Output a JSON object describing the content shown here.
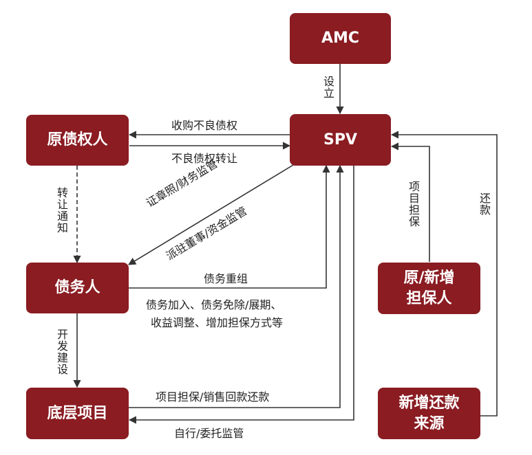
{
  "nodes": {
    "amc": "AMC",
    "spv": "SPV",
    "original_creditor": "原债权人",
    "debtor": "债务人",
    "underlying_project": "底层项目",
    "guarantor": "原/新增\n担保人",
    "new_repayment_source": "新增还款\n来源"
  },
  "edges": {
    "amc_to_spv": "设立",
    "spv_to_creditor": "收购不良债权",
    "creditor_to_spv": "不良债权转让",
    "creditor_to_debtor": "转让通知",
    "spv_to_debtor_line1": "证章照/财务监管",
    "spv_to_debtor_line2": "派驻董事/资金监管",
    "debtor_to_spv": "债务重组",
    "debtor_to_spv_detail_line1": "债务加入、债务免除/展期、",
    "debtor_to_spv_detail_line2": "收益调整、增加担保方式等",
    "debtor_to_project": "开发建设",
    "project_to_spv": "项目担保/销售回款还款",
    "spv_to_project": "自行/委托监管",
    "guarantor_to_spv": "项目担保",
    "repayment_to_spv": "还款"
  },
  "colors": {
    "node_fill": "#8a1c22",
    "node_text": "#ffffff",
    "edge": "#333333"
  }
}
